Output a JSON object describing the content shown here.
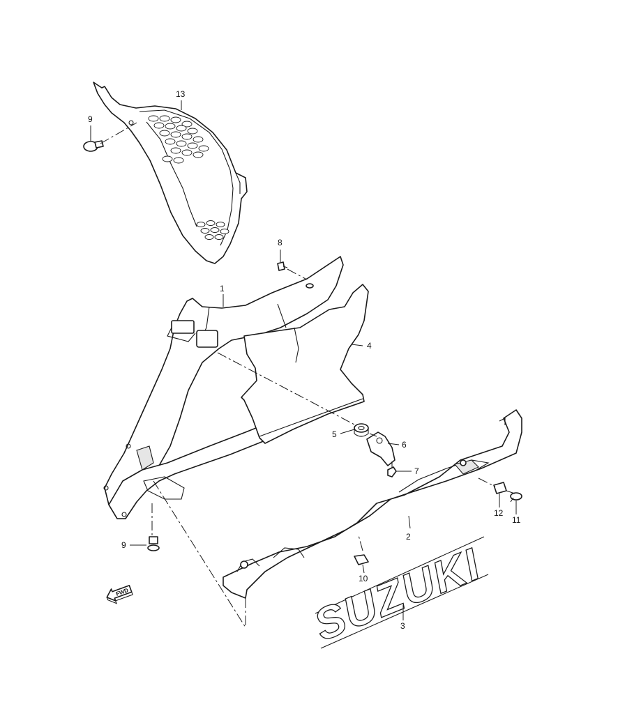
{
  "callouts": {
    "c1": "1",
    "c2": "2",
    "c3": "3",
    "c4": "4",
    "c5": "5",
    "c6": "6",
    "c7": "7",
    "c8": "8",
    "c9_top": "9",
    "c9_bottom": "9",
    "c10": "10",
    "c11": "11",
    "c12": "12",
    "c13": "13"
  },
  "emblem": {
    "text": "SUZUKI"
  },
  "direction": {
    "text": "FWD"
  }
}
